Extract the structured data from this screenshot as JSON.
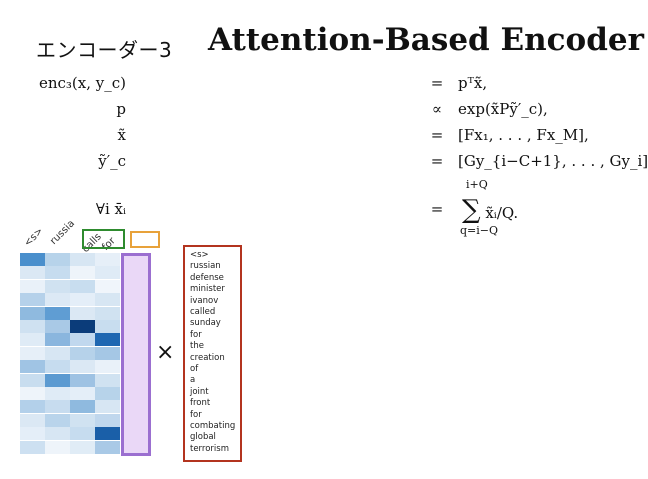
{
  "header": {
    "label": "エンコーダー3",
    "title": "Attention-Based Encoder"
  },
  "equations": [
    {
      "lhs": "enc₃(x, y_c)",
      "rel": "=",
      "rhs": "pᵀx̃,"
    },
    {
      "lhs": "p",
      "rel": "∝",
      "rhs": "exp(x̃Pỹ′_c),"
    },
    {
      "lhs": "x̃",
      "rel": "=",
      "rhs": "[Fx₁, . . . , Fx_M],"
    },
    {
      "lhs": "ỹ′_c",
      "rel": "=",
      "rhs": "[Gy_{i−C+1}, . . . , Gy_i]"
    },
    {
      "lhs": "∀i  x̄ᵢ",
      "rel": "=",
      "rhs": "x̃ᵢ/Q."
    }
  ],
  "sum": {
    "upper": "i+Q",
    "lower": "q=i−Q",
    "symbol": "∑"
  },
  "columns": [
    "<s>",
    "russia",
    "calls",
    "for"
  ],
  "words": [
    "<s>",
    "russian",
    "defense",
    "minister",
    "ivanov",
    "called",
    "sunday",
    "for",
    "the",
    "creation",
    "of",
    "a",
    "joint",
    "front",
    "for",
    "combating",
    "global",
    "terrorism"
  ],
  "times_symbol": "×",
  "colors": {
    "green_box": "#2e8b2e",
    "orange_box": "#e8a23a",
    "purple_box": "#9b6fd0",
    "purple_fill": "#ead8f7",
    "red_box": "#b3341f"
  }
}
